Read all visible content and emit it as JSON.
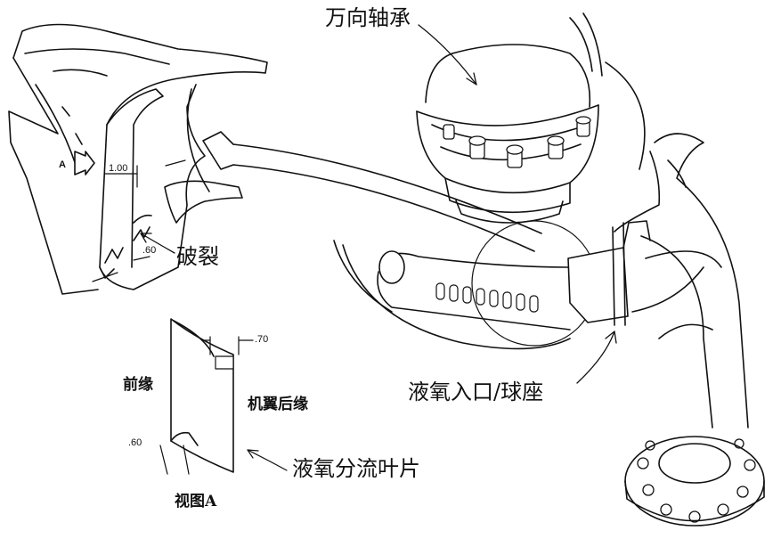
{
  "labels": {
    "gimbal_bearing": "万向轴承",
    "fracture": "破裂",
    "lox_inlet_ball_seat": "液氧入口/球座",
    "lox_splitter_vane": "液氧分流叶片",
    "leading_edge": "前缘",
    "trailing_edge": "机翼后缘",
    "view_a": "视图A"
  },
  "dimensions": {
    "d_100": "1.00",
    "d_60_top": ".60",
    "d_70": ".70",
    "d_60_bottom": ".60",
    "view_marker": "A"
  },
  "colors": {
    "ink": "#111111",
    "paper": "#ffffff"
  }
}
